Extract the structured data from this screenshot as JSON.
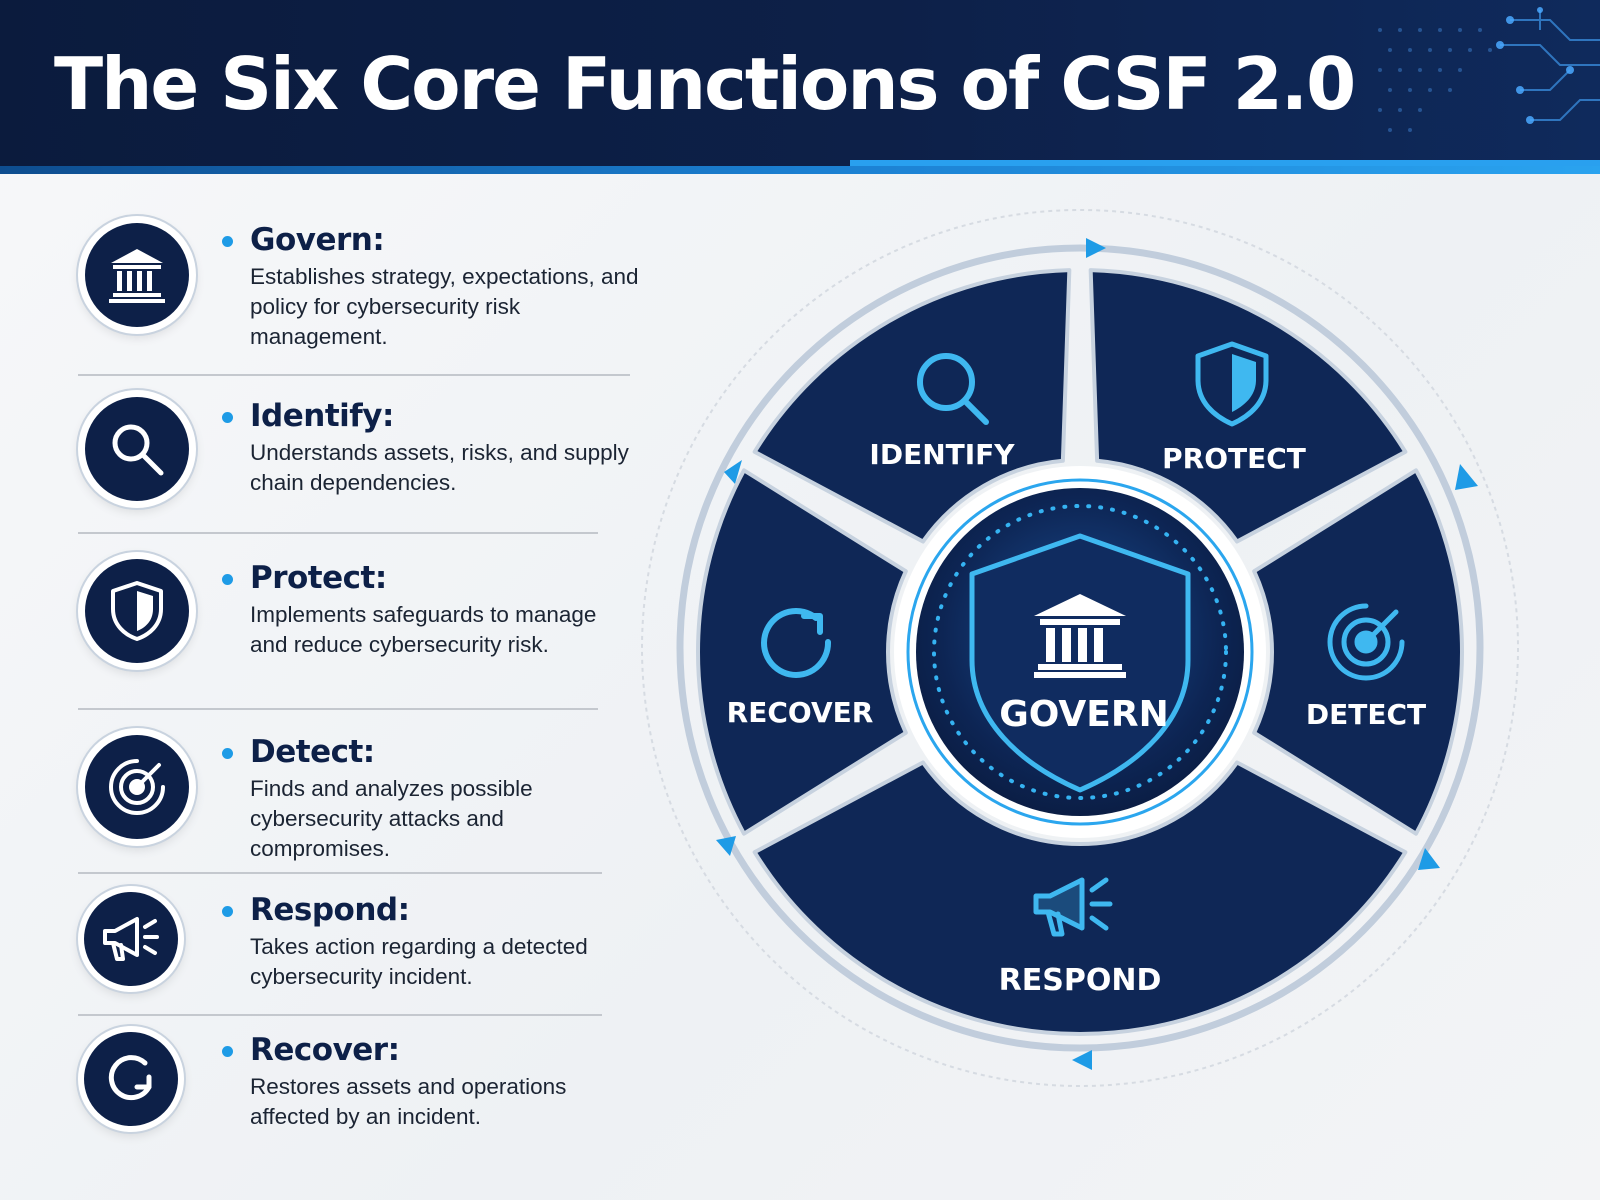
{
  "title": "The Six Core Functions of CSF 2.0",
  "functions": [
    {
      "name": "Govern:",
      "icon": "building-columns-icon",
      "description": "Establishes strategy, expectations, and policy for cybersecurity risk management."
    },
    {
      "name": "Identify:",
      "icon": "magnifying-glass-icon",
      "description": "Understands assets, risks, and supply chain dependencies."
    },
    {
      "name": "Protect:",
      "icon": "shield-icon",
      "description": "Implements safeguards to manage and reduce cybersecurity risk."
    },
    {
      "name": "Detect:",
      "icon": "radar-target-icon",
      "description": "Finds and analyzes possible cybersecurity attacks and compromises."
    },
    {
      "name": "Respond:",
      "icon": "megaphone-icon",
      "description": "Takes action regarding a detected cybersecurity incident."
    },
    {
      "name": "Recover:",
      "icon": "circular-arrow-icon",
      "description": "Restores assets and operations affected by an incident."
    }
  ],
  "wheel": {
    "center": "GOVERN",
    "segments": [
      "IDENTIFY",
      "PROTECT",
      "DETECT",
      "RESPOND",
      "RECOVER"
    ]
  },
  "colors": {
    "navy": "#0d2048",
    "accent": "#1e9be6",
    "icon_cyan": "#3fb8f0"
  }
}
